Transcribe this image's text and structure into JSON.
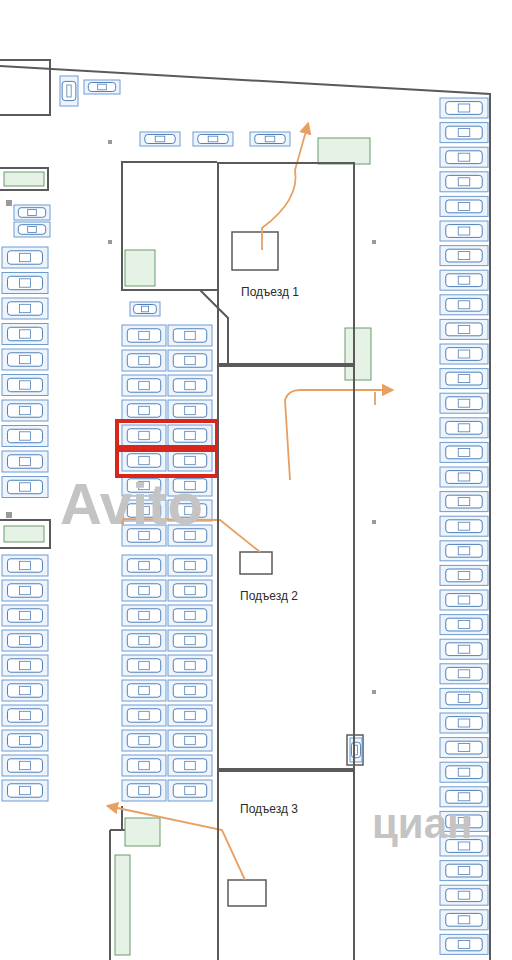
{
  "diagram": {
    "nodes": [
      {
        "text": [
          "Подъезд 1"
        ]
      },
      {
        "text": [
          "Подъезд 2"
        ]
      },
      {
        "text": [
          "Подъезд 3"
        ]
      }
    ],
    "labels": [
      "Avito",
      "циан"
    ]
  }
}
